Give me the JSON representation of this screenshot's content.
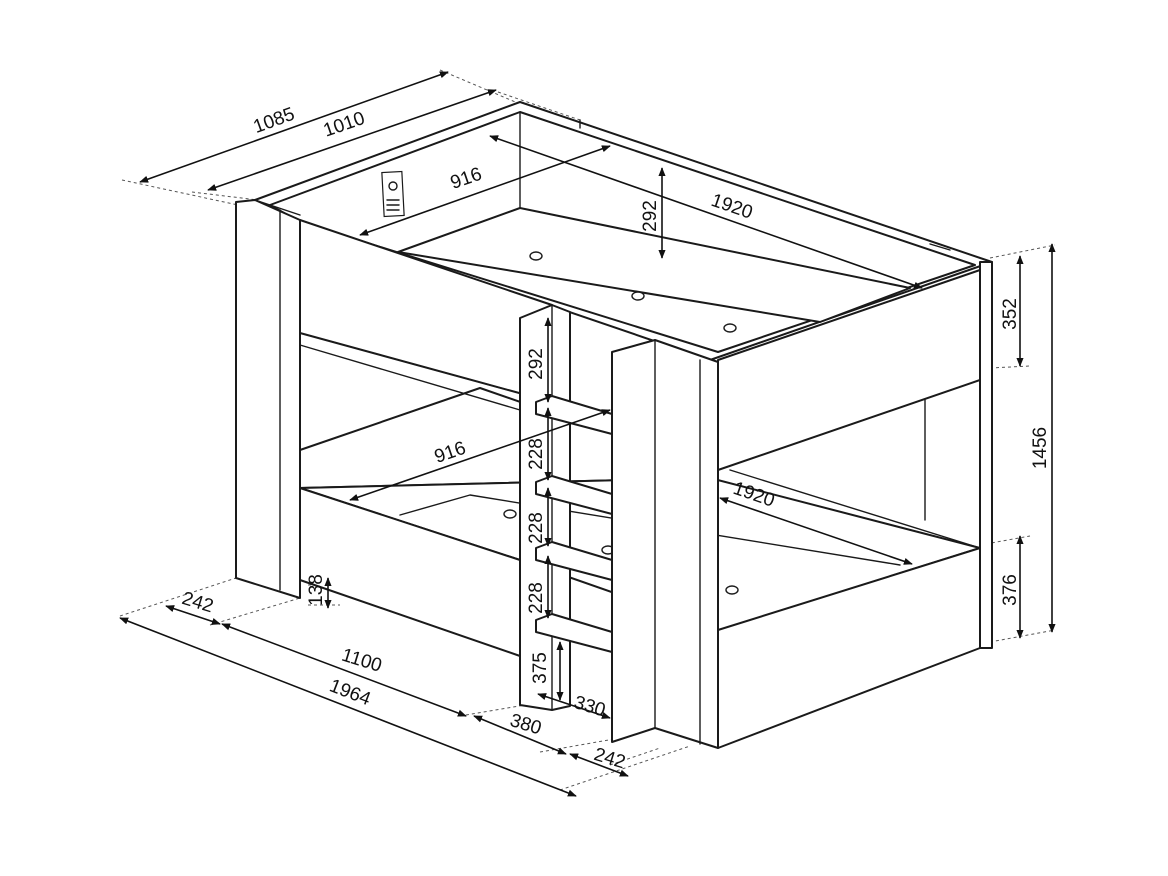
{
  "dimensions": {
    "top_outer_depth": "1085",
    "top_inner_depth": "1010",
    "top_bed_width": "916",
    "top_guard_height": "292",
    "top_bed_length": "1920",
    "top_end_height": "352",
    "total_height": "1456",
    "ladder_step_top": "292",
    "ladder_step_1": "228",
    "ladder_step_2": "228",
    "ladder_step_3": "228",
    "ladder_bottom_step": "375",
    "ladder_width": "330",
    "lower_bed_width": "916",
    "lower_bed_length": "1920",
    "lower_end_height": "376",
    "floor_clearance": "138",
    "left_post_width": "242",
    "lower_side_length": "1100",
    "total_length": "1964",
    "ladder_opening": "380",
    "right_post_width": "242"
  }
}
